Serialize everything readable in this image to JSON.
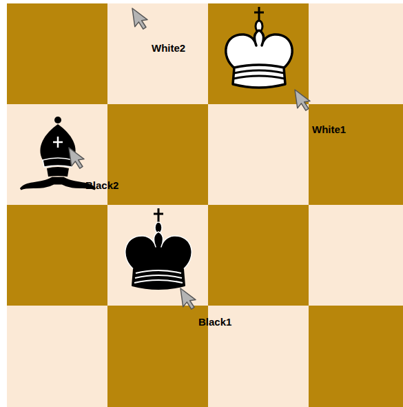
{
  "diagram": {
    "labels": [
      "White2",
      "White1",
      "Black2",
      "Black1"
    ]
  }
}
